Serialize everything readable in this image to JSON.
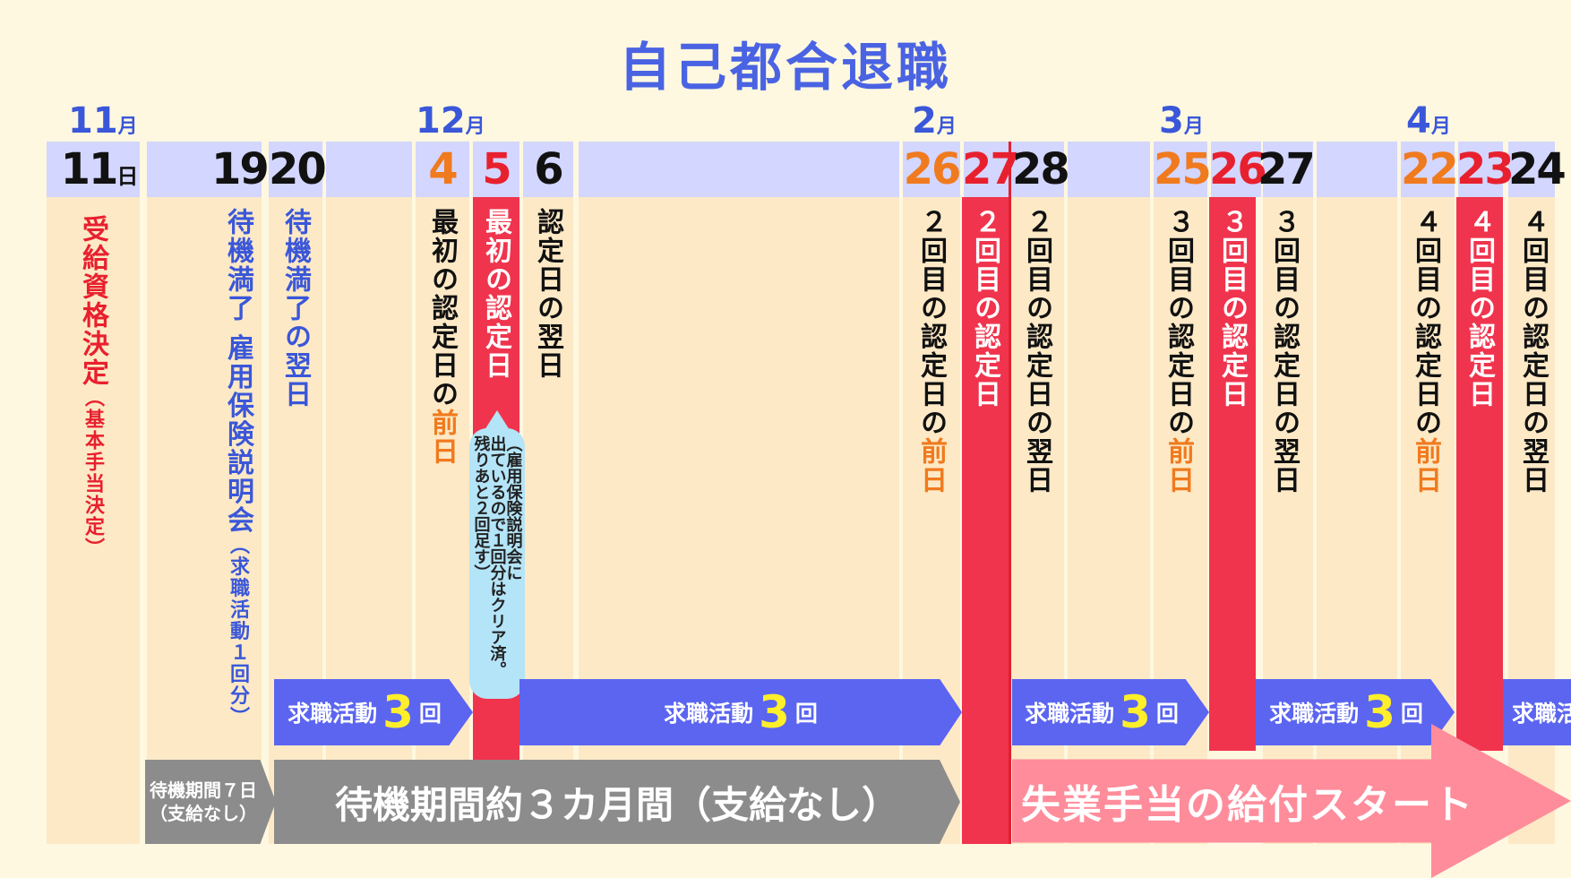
{
  "title": "自己都合退職",
  "months": [
    {
      "num": "11",
      "unit": "月"
    },
    {
      "num": "12",
      "unit": "月"
    },
    {
      "num": "2",
      "unit": "月"
    },
    {
      "num": "3",
      "unit": "月"
    },
    {
      "num": "4",
      "unit": "月"
    }
  ],
  "days": {
    "d11": "11",
    "d11_unit": "日",
    "d19": "19",
    "d20": "20",
    "d4": "4",
    "d5": "5",
    "d6": "6",
    "d26a": "26",
    "d27a": "27",
    "d28": "28",
    "d25": "25",
    "d26b": "26",
    "d27b": "27",
    "d22": "22",
    "d23": "23",
    "d24": "24"
  },
  "labels": {
    "l11_main": "受給資格決定",
    "l11_sub": "（基本手当決定）",
    "l19_main": "待機満了 雇用保険説明会",
    "l19_sub": "（求職活動１回分）",
    "l20": "待機満了の翌日",
    "l4_main": "最初の認定日の",
    "l4_tail": "前日",
    "l5": "最初の認定日",
    "l6": "認定日の翌日",
    "l26a_main": "２回目の認定日の",
    "l26a_tail": "前日",
    "l27a": "２回目の認定日",
    "l28": "２回目の認定日の翌日",
    "l25_main": "３回目の認定日の",
    "l25_tail": "前日",
    "l26b": "３回目の認定日",
    "l27b": "３回目の認定日の翌日",
    "l22_main": "４回目の認定日の",
    "l22_tail": "前日",
    "l23": "４回目の認定日",
    "l24": "４回目の認定日の翌日"
  },
  "bubble": {
    "col1": "（雇用保険説明会に",
    "col2": "出ているので１回分はクリア済。",
    "col3": "残りあと２回足す）"
  },
  "activity": {
    "label": "求職活動",
    "count": "3",
    "unit": "回",
    "label_cut": "求職活"
  },
  "waiting7": {
    "line1": "待機期間７日",
    "line2": "（支給なし）"
  },
  "waiting3m": "待機期間約３カ月間（支給なし）",
  "start_text": "失業手当の給付スタート",
  "colors": {
    "accent_blue": "#4a63e3",
    "red": "#f0344d",
    "pink": "#ff8c9b",
    "gray": "#8c8c8c",
    "orange": "#f07a1e"
  }
}
